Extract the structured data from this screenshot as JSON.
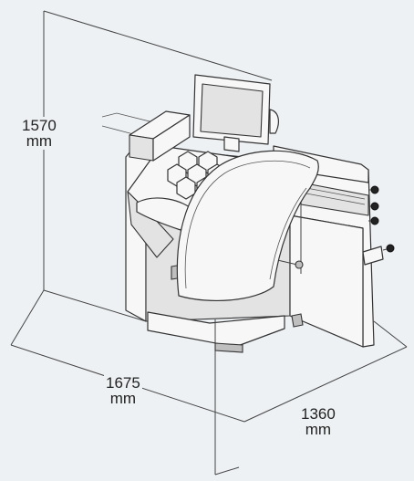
{
  "dimensions": {
    "height": {
      "value": "1570",
      "unit": "mm"
    },
    "width": {
      "value": "1675",
      "unit": "mm"
    },
    "depth": {
      "value": "1360",
      "unit": "mm"
    }
  },
  "colors": {
    "background": "#eef1f4",
    "line": "#444444"
  }
}
